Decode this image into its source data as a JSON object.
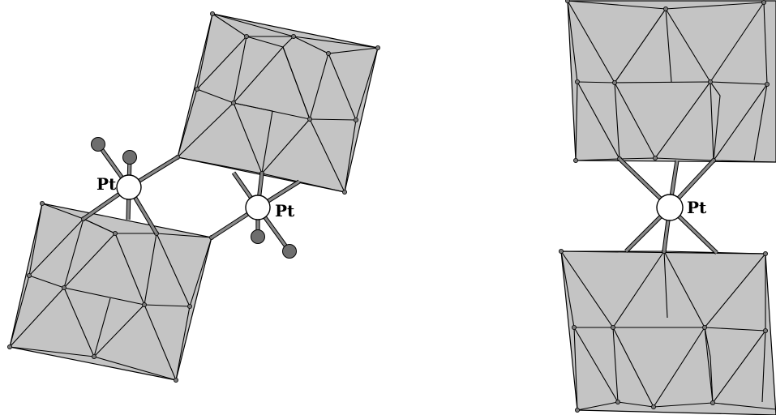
{
  "figure": {
    "left_panel": {
      "pt_labels": [
        "Pt",
        "Pt"
      ]
    },
    "right_panel": {
      "pt_label": "Pt"
    }
  },
  "colors": {
    "polyhedron_fill": "#c4c4c4",
    "outline": "#000000",
    "pt_atom": "#ffffff",
    "ligand_atom": "#6e6e6e"
  }
}
